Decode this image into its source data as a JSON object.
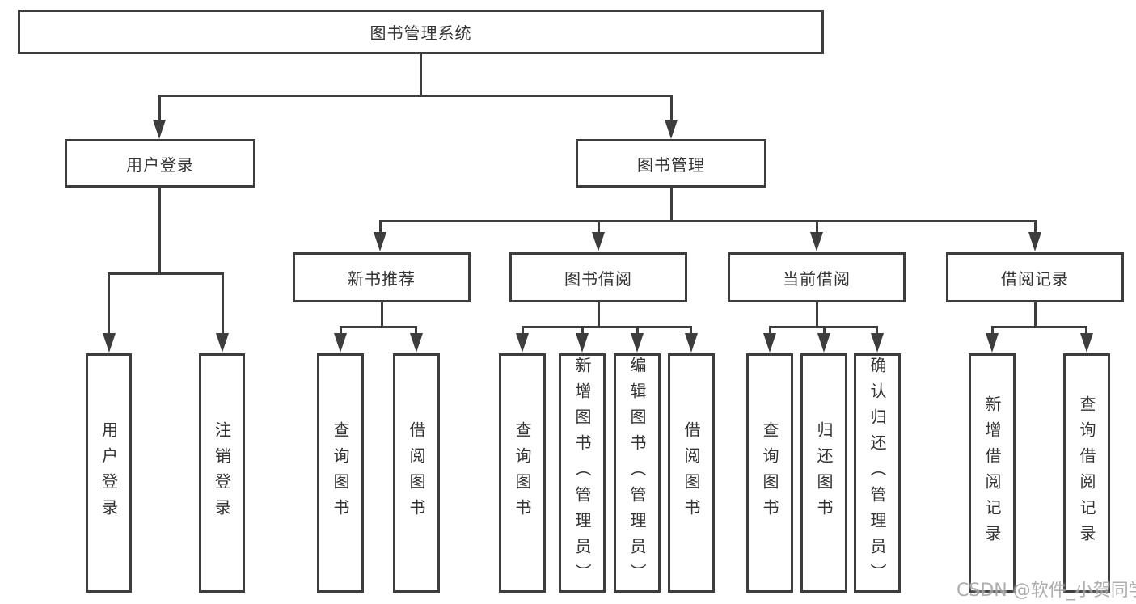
{
  "diagram": {
    "title": "图书管理系统",
    "root": {
      "label": "图书管理系统"
    },
    "branches": [
      {
        "label": "用户登录",
        "children": [
          {
            "label": "用户登录"
          },
          {
            "label": "注销登录"
          }
        ]
      },
      {
        "label": "图书管理",
        "children": [
          {
            "label": "新书推荐",
            "children": [
              {
                "label": "查询图书"
              },
              {
                "label": "借阅图书"
              }
            ]
          },
          {
            "label": "图书借阅",
            "children": [
              {
                "label": "查询图书"
              },
              {
                "label": "新增图书（管理员）"
              },
              {
                "label": "编辑图书（管理员）"
              },
              {
                "label": "借阅图书"
              }
            ]
          },
          {
            "label": "当前借阅",
            "children": [
              {
                "label": "查询图书"
              },
              {
                "label": "归还图书"
              },
              {
                "label": "确认归还（管理员）"
              }
            ]
          },
          {
            "label": "借阅记录",
            "children": [
              {
                "label": "新增借阅记录"
              },
              {
                "label": "查询借阅记录"
              }
            ]
          }
        ]
      }
    ],
    "watermark": "CSDN @软件_小贺同学",
    "colors": {
      "line": "#3d3d3d",
      "text": "#333333",
      "background": "#ffffff",
      "watermark": "#a0a0a0"
    }
  }
}
